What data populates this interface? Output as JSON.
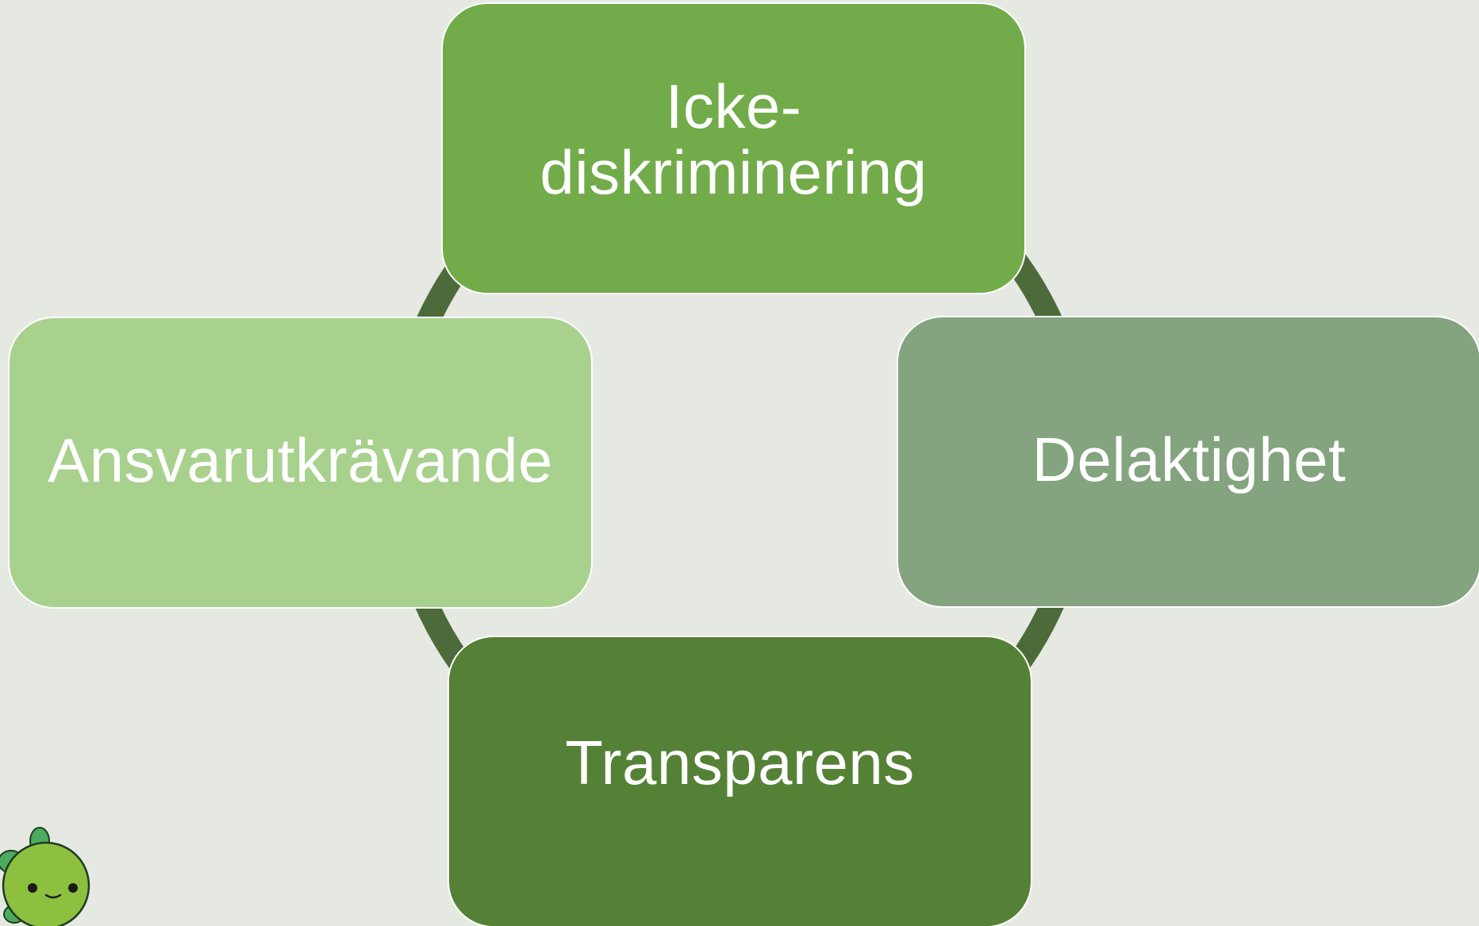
{
  "diagram": {
    "type": "cycle",
    "nodes": [
      {
        "id": "top",
        "label": "Icke-\ndiskriminering"
      },
      {
        "id": "right",
        "label": "Delaktighet"
      },
      {
        "id": "bottom",
        "label": "Transparens"
      },
      {
        "id": "left",
        "label": "Ansvarutkrävande"
      }
    ]
  },
  "colors": {
    "background": "#e5e9e2",
    "ring": "#4d6a3b",
    "node_top": "#72ac4a",
    "node_right": "#84a37f",
    "node_bottom": "#558136",
    "node_left": "#a8d18e",
    "text": "#ffffff"
  },
  "icons": {
    "mascot": "turtle-icon"
  }
}
